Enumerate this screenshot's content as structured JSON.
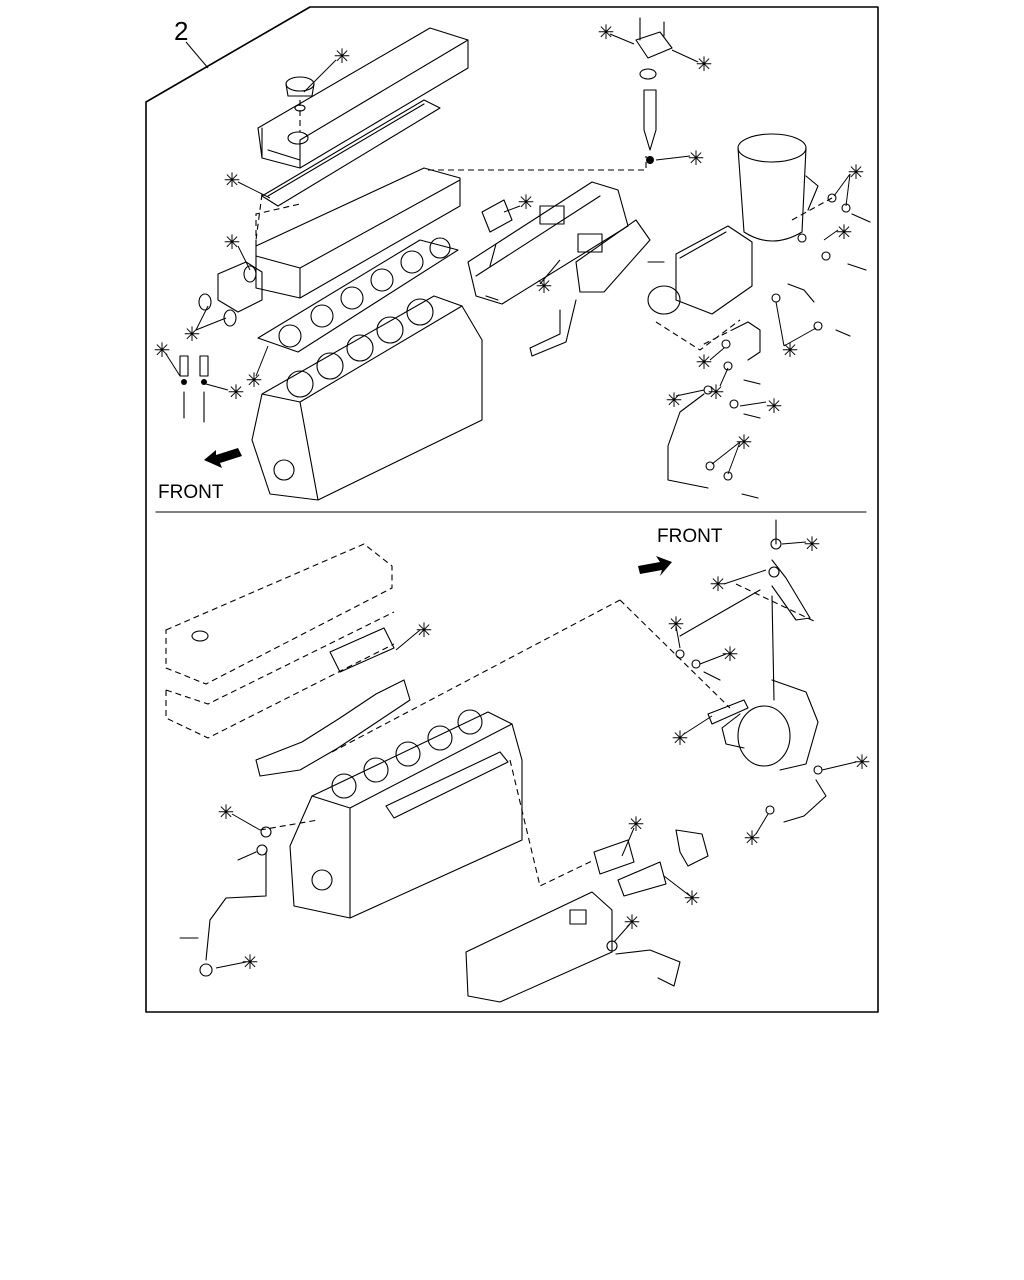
{
  "assembly_number": "2",
  "front_label_top": "FRONT",
  "front_label_bottom": "FRONT",
  "marker_symbol": "✳",
  "colors": {
    "ink": "#000000",
    "paper": "#ffffff"
  },
  "icons": [
    "front-arrow-icon",
    "asterisk-marker-icon"
  ]
}
